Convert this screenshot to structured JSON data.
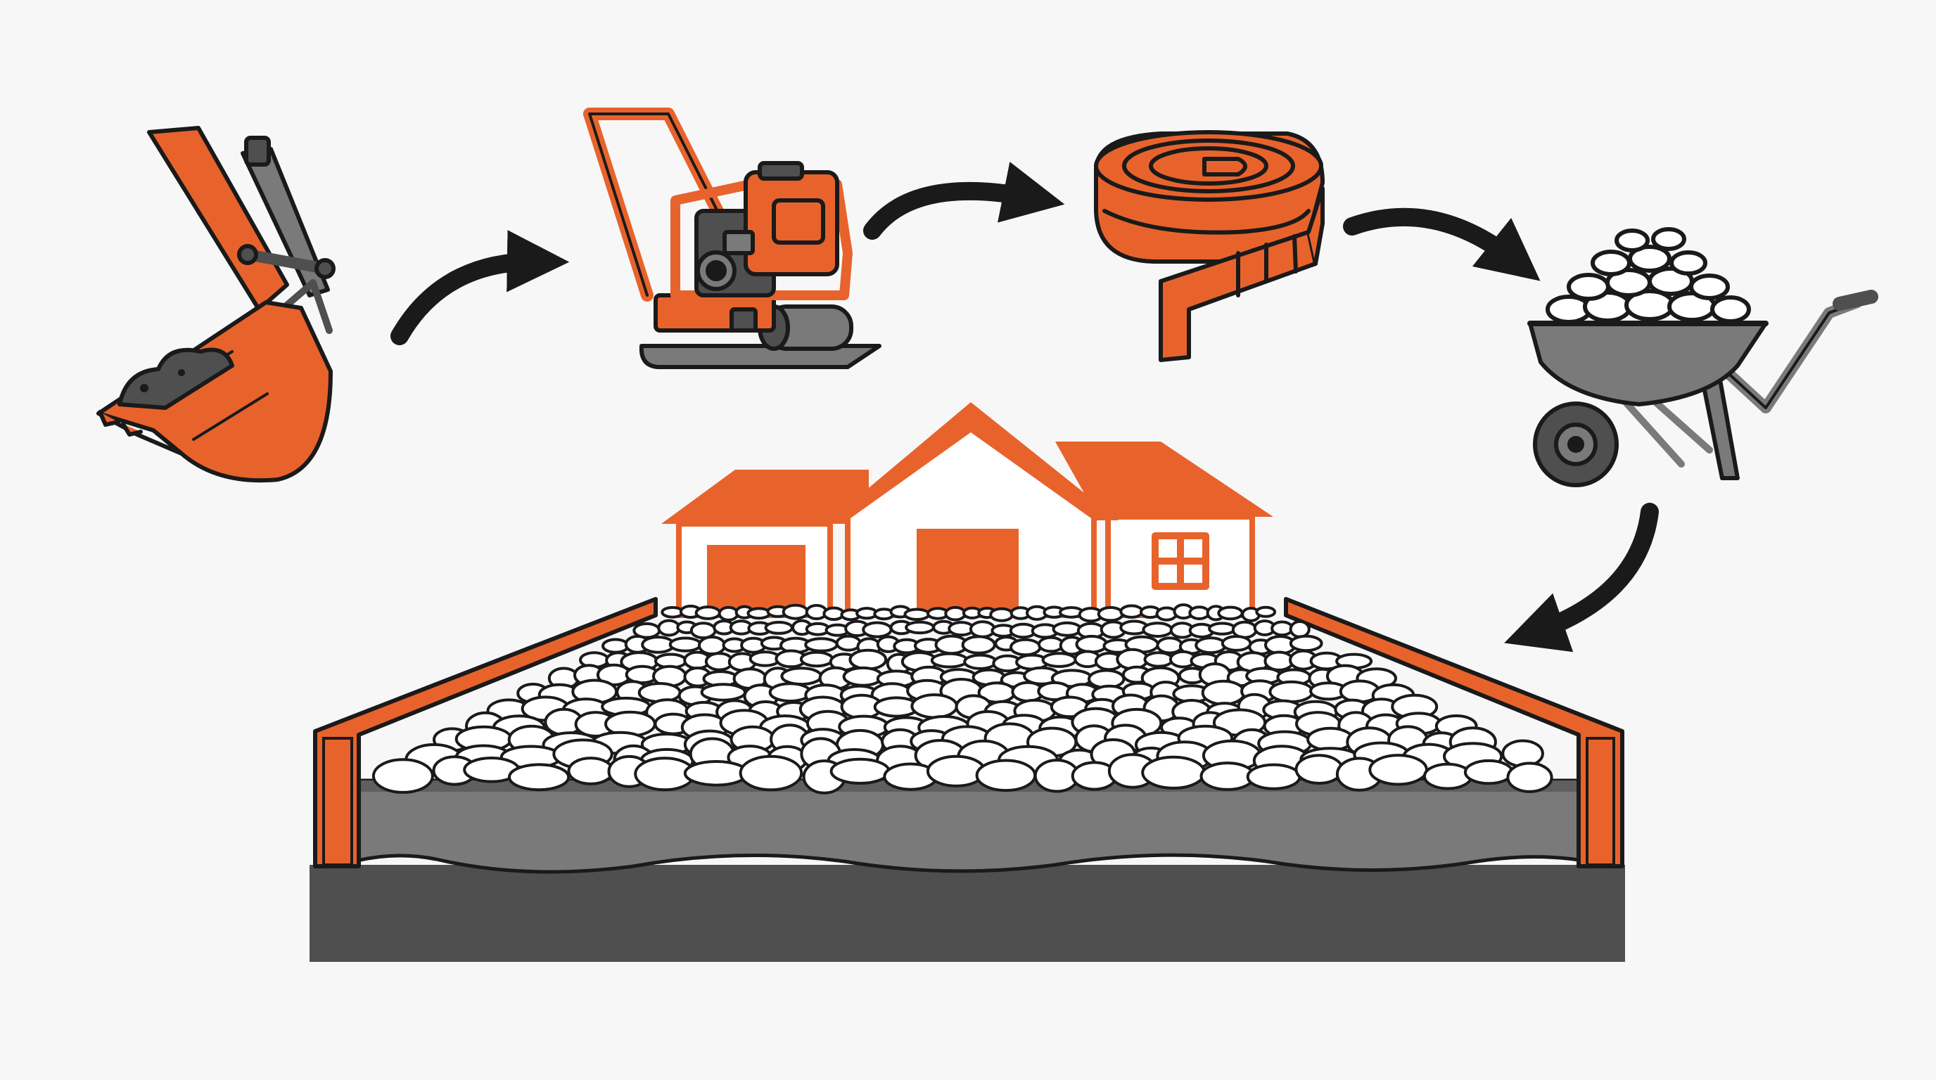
{
  "diagram": {
    "steps": [
      {
        "id": "excavate",
        "icon": "excavator-bucket-icon"
      },
      {
        "id": "compact",
        "icon": "plate-compactor-icon"
      },
      {
        "id": "edge",
        "icon": "edging-roll-icon"
      },
      {
        "id": "gravel",
        "icon": "wheelbarrow-gravel-icon"
      },
      {
        "id": "result",
        "icon": "finished-gravel-driveway-icon"
      }
    ],
    "connectors": [
      "arrow-1-icon",
      "arrow-2-icon",
      "arrow-3-icon",
      "arrow-4-icon"
    ]
  },
  "colors": {
    "background": "#f7f7f7",
    "orange": "#e8632c",
    "outline": "#1a1a1a",
    "gray": "#7a7a7a",
    "dark_gray": "#4f4f4f",
    "white": "#ffffff"
  }
}
